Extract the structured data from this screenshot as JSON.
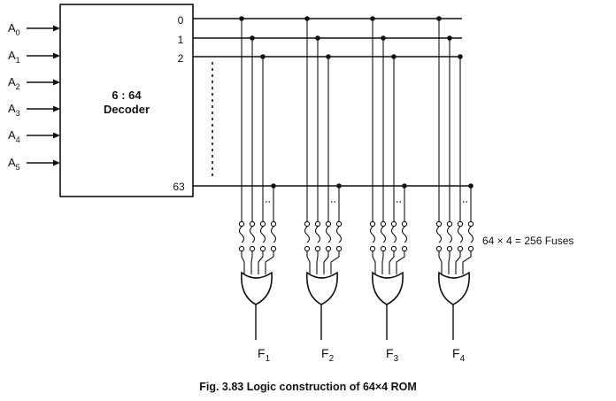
{
  "decoder": {
    "label_line1": "6 : 64",
    "label_line2": "Decoder",
    "inputs": [
      {
        "base": "A",
        "sub": "0"
      },
      {
        "base": "A",
        "sub": "1"
      },
      {
        "base": "A",
        "sub": "2"
      },
      {
        "base": "A",
        "sub": "3"
      },
      {
        "base": "A",
        "sub": "4"
      },
      {
        "base": "A",
        "sub": "5"
      }
    ],
    "outputs": [
      "0",
      "1",
      "2",
      "63"
    ]
  },
  "fuses_label": "64 × 4 = 256 Fuses",
  "functions": [
    {
      "base": "F",
      "sub": "1"
    },
    {
      "base": "F",
      "sub": "2"
    },
    {
      "base": "F",
      "sub": "3"
    },
    {
      "base": "F",
      "sub": "4"
    }
  ],
  "caption": "Fig. 3.83 Logic construction of 64×4 ROM",
  "colors": {
    "line": "#111111",
    "background": "#ffffff"
  }
}
